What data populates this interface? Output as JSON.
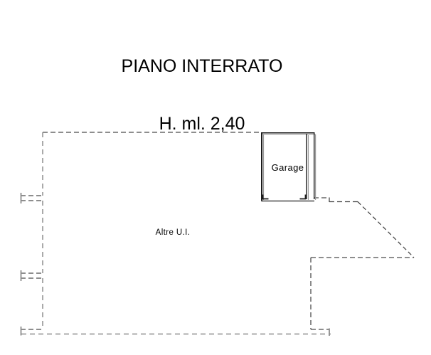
{
  "title": {
    "line1": "PIANO INTERRATO",
    "line2": "H. ml. 2,40"
  },
  "rooms": {
    "garage": {
      "label": "Garage"
    },
    "altre_ui": {
      "label": "Altre U.I."
    }
  },
  "colors": {
    "background": "#ffffff",
    "text": "#000000",
    "outline_dark": "#4b4b4b",
    "outline_gray": "#8d8d8d",
    "wall_black": "#1b1b1b",
    "wall_shadow": "#9a9a9a"
  }
}
